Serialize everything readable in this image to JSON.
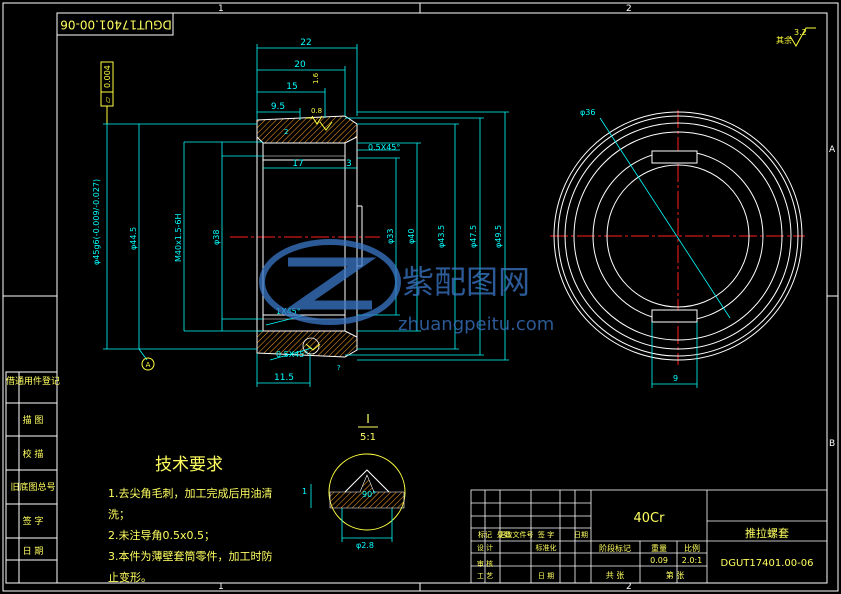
{
  "drawing_id_rotated": "DGUT17401.00-06",
  "zone_numbers": [
    "1",
    "2"
  ],
  "zone_letters": [
    "A",
    "B"
  ],
  "roughness": {
    "label": "其余",
    "value": "3.2"
  },
  "tolerance": {
    "symbol": "▱",
    "value": "0.004",
    "datum": "A"
  },
  "dims": {
    "d22": "22",
    "d20": "20",
    "d15": "15",
    "d16": "1.6",
    "d95": "9.5",
    "d08": "0.8",
    "c05x45_top": "0.5X45°",
    "c1x45": "1X45°",
    "c05x45_bot": "0.5X45°",
    "d17": "17",
    "d3": "3",
    "d115": "11.5",
    "d2": "2",
    "phi45": "φ45g6(-0.009/-0.027)",
    "phi445": "φ44.5",
    "thread": "M40x1.5-6H",
    "phi38": "φ38",
    "phi33": "φ33",
    "phi40": "φ40",
    "phi435": "φ43.5",
    "phi475": "φ47.5",
    "phi495": "φ49.5",
    "phi36": "φ36",
    "slot9": "9",
    "r1": "1",
    "qmark": "?"
  },
  "detail": {
    "label": "I",
    "scale": "5:1",
    "angle": "90°",
    "dia": "φ2.8",
    "mark": "1"
  },
  "tech": {
    "title": "技术要求",
    "lines": [
      "1.去尖角毛刺，加工完成后用油清",
      "洗；",
      "2.未注导角0.5x0.5；",
      "3.本件为薄壁套筒零件，加工时防",
      "止变形。"
    ]
  },
  "left_cells": [
    "借通用件登记",
    "描 图",
    "校 描",
    "旧底图总号",
    "签 字",
    "日 期"
  ],
  "title_block": {
    "material": "40Cr",
    "part_name": "推拉螺套",
    "drawing_no": "DGUT17401.00-06",
    "stage_label": "阶段标记",
    "weight_label": "重量",
    "scale_label": "比例",
    "weight": "0.09",
    "scale": "2.0:1",
    "sheet_total": "共 张",
    "sheet_no": "第 张",
    "rows": [
      [
        "标记",
        "处数",
        "更改文件号",
        "签 字",
        "日期"
      ],
      [
        "设 计",
        "",
        "标准化",
        "",
        ""
      ],
      [
        "审 核",
        "",
        "",
        "",
        ""
      ],
      [
        "工 艺",
        "",
        "日 期",
        "",
        ""
      ]
    ]
  },
  "watermark": {
    "cn": "紫配图网",
    "url": "zhuangpeitu.com"
  },
  "colors": {
    "frame": "#ffffff",
    "outline": "#ffffff",
    "dimension": "#00ffff",
    "center": "#ff2020",
    "section": "#ffa020",
    "symbol": "#ffff40",
    "text": "#ffff60",
    "watermark": "#3a78c8"
  }
}
